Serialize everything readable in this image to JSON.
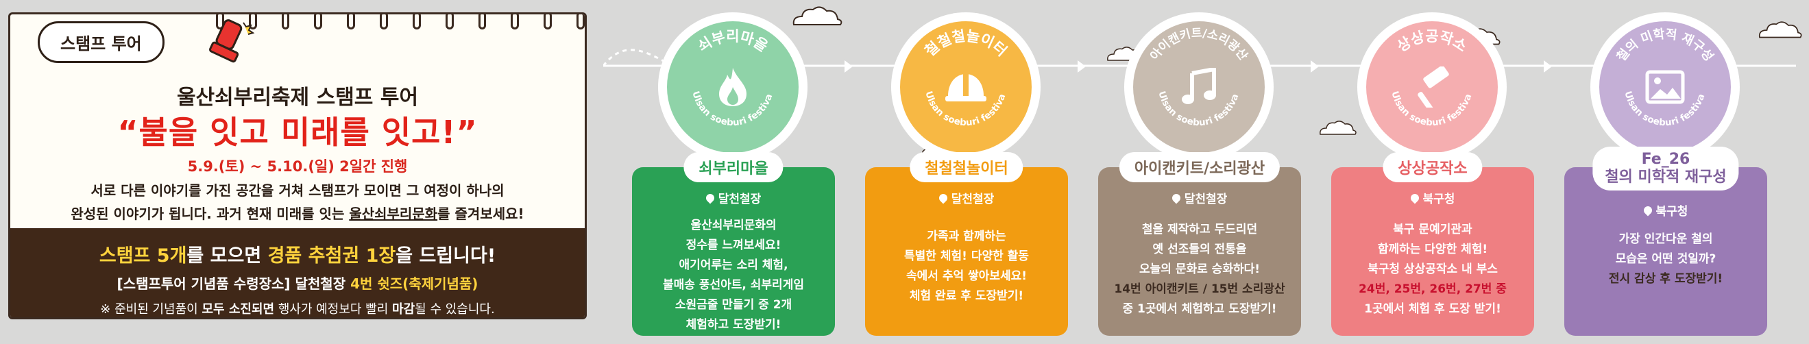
{
  "left": {
    "tab_label": "스탬프 투어",
    "title_sub": "울산쇠부리축제 스탬프 투어",
    "title_main": "“불을 잇고 미래를 잇고!”",
    "dates": "5.9.(토) ~ 5.10.(일) 2일간 진행",
    "desc_line1": "서로 다른 이야기를 가진 공간을 거쳐 스탬프가 모이면 그 여정이 하나의",
    "desc_line2_a": "완성된 이야기가 됩니다. 과거 현재 미래를 잇는 ",
    "desc_line2_b": "울산쇠부리문화",
    "desc_line2_c": "를 즐겨보세요!",
    "prize_a": "스탬프 5개",
    "prize_b": "를 모으면 ",
    "prize_c": "경품 추첨권 1장",
    "prize_d": "을 드립니다!",
    "place_a": "[스탬프투어 기념품 수령장소] 달천철장 ",
    "place_b": "4번 쉿즈(축제기념품)",
    "note_a": "※ 준비된 기념품이 ",
    "note_b": "모두 소진되면",
    "note_c": " 행사가 예정보다 빨리 ",
    "note_d": "마감",
    "note_e": "될 수 있습니다."
  },
  "stations": [
    {
      "badge_text": "쇠부리마을",
      "badge_eng": "Ulsan soeburi festival",
      "icon": "flame-icon",
      "title": "쇠부리마을",
      "location": "달천철장",
      "lines": [
        "울산쇠부리문화의",
        "정수를 느껴보세요!",
        "애기어루는 소리 체험,",
        "불매송 풍선아트, 쇠부리게임",
        "소원금줄 만들기 중 2개",
        "체험하고 도장받기!"
      ],
      "color": "#2aa155",
      "badge_color": "#8fd3a8"
    },
    {
      "badge_text": "철철철놀이터",
      "badge_eng": "Ulsan soeburi festival",
      "icon": "helmet-icon",
      "title": "철철철놀이터",
      "location": "달천철장",
      "lines": [
        "가족과 함께하는",
        "특별한 체험! 다양한 활동",
        "속에서 추억 쌓아보세요!",
        "체험 완료 후 도장받기!"
      ],
      "color": "#f29c11",
      "badge_color": "#f7b844"
    },
    {
      "badge_text": "아이캔키트/소리광산",
      "badge_eng": "Ulsan soeburi festival",
      "icon": "music-note-icon",
      "title": "아이캔키트/소리광산",
      "location": "달천철장",
      "lines": [
        "철을 제작하고 두드리던",
        "옛 선조들의 전통을",
        "오늘의 문화로 승화하다!",
        "14번 아이캔키트 / 15번 소리광산",
        "중 1곳에서 체험하고 도장받기!"
      ],
      "color": "#9f8b79",
      "badge_color": "#c8bcb0"
    },
    {
      "badge_text": "상상공작소",
      "badge_eng": "Ulsan soeburi festival",
      "icon": "hammer-icon",
      "title": "상상공작소",
      "location": "북구청",
      "lines": [
        "북구 문예기관과",
        "함께하는 다양한 체험!",
        "북구청 상상공작소 내 부스",
        "24번, 25번, 26번, 27번 중",
        "1곳에서 체험 후 도장 받기!"
      ],
      "color": "#ef7f82",
      "badge_color": "#f5aeb0"
    },
    {
      "badge_text": "철의 미학적 재구성",
      "badge_eng": "Ulsan soeburi festival",
      "icon": "picture-icon",
      "title": "Fe_26",
      "title2": "철의 미학적 재구성",
      "location": "북구청",
      "lines": [
        "가장 인간다운 철의",
        "모습은 어떤 것일까?",
        "전시 감상 후 도장받기!"
      ],
      "color": "#9a7bb5",
      "badge_color": "#c4afd6"
    }
  ]
}
